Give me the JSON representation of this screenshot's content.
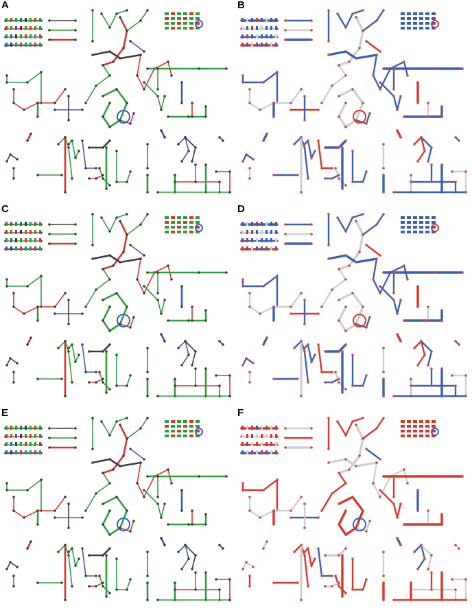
{
  "figure": {
    "panels": [
      {
        "id": "A",
        "label": "A",
        "scheme": "tri"
      },
      {
        "id": "B",
        "label": "B",
        "scheme": "heat"
      },
      {
        "id": "C",
        "label": "C",
        "scheme": "tri"
      },
      {
        "id": "D",
        "label": "D",
        "scheme": "heat"
      },
      {
        "id": "E",
        "label": "E",
        "scheme": "tri"
      },
      {
        "id": "F",
        "label": "F",
        "scheme": "heat-red"
      }
    ],
    "colors": {
      "green": "#2e9e3a",
      "red": "#d9352a",
      "blue": "#3a5fb5",
      "dark": "#3b3b3b",
      "grey": "#cfcfcf",
      "dot_red": "#c84a44"
    }
  }
}
